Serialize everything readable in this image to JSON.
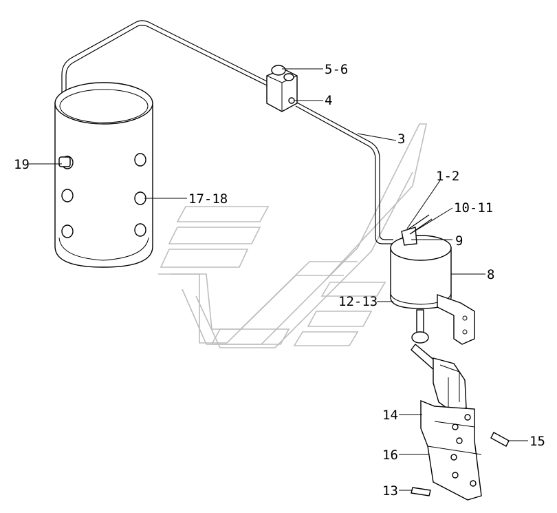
{
  "labels": {
    "l19": "19",
    "l17_18": "17-18",
    "l5_6": "5-6",
    "l4": "4",
    "l3": "3",
    "l1_2": "1-2",
    "l10_11": "10-11",
    "l9": "9",
    "l8": "8",
    "l12_13": "12-13",
    "l14": "14",
    "l15": "15",
    "l16": "16",
    "l13": "13"
  }
}
